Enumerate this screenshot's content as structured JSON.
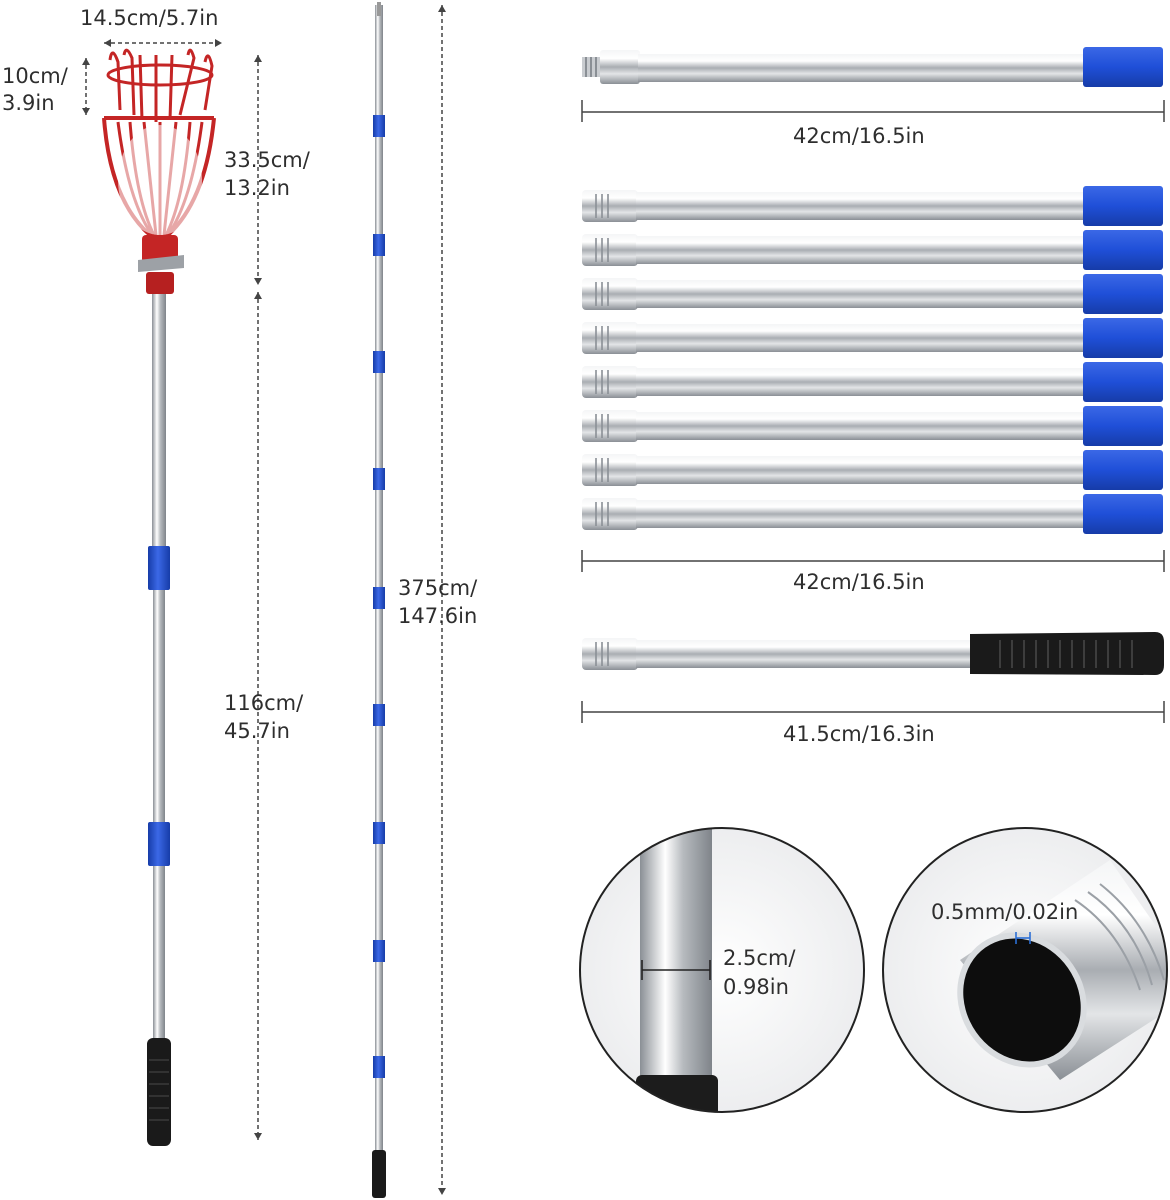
{
  "labels": {
    "basket_width": "14.5cm/5.7in",
    "basket_depth_l1": "10cm/",
    "basket_depth_l2": "3.9in",
    "head_height_l1": "33.5cm/",
    "head_height_l2": "13.2in",
    "handle_length_l1": "116cm/",
    "handle_length_l2": "45.7in",
    "total_length_l1": "375cm/",
    "total_length_l2": "147.6in",
    "top_pole_length": "42cm/16.5in",
    "mid_poles_length": "42cm/16.5in",
    "bottom_pole_length": "41.5cm/16.3in",
    "diameter_l1": "2.5cm/",
    "diameter_l2": "0.98in",
    "wall_thickness": "0.5mm/0.02in"
  },
  "colors": {
    "basket_red": "#d22b2b",
    "sleeve_blue": "#1f4fd8",
    "grip_black": "#1a1a1a",
    "steel": "#c9ccd0"
  },
  "middle_pole_count": 8
}
